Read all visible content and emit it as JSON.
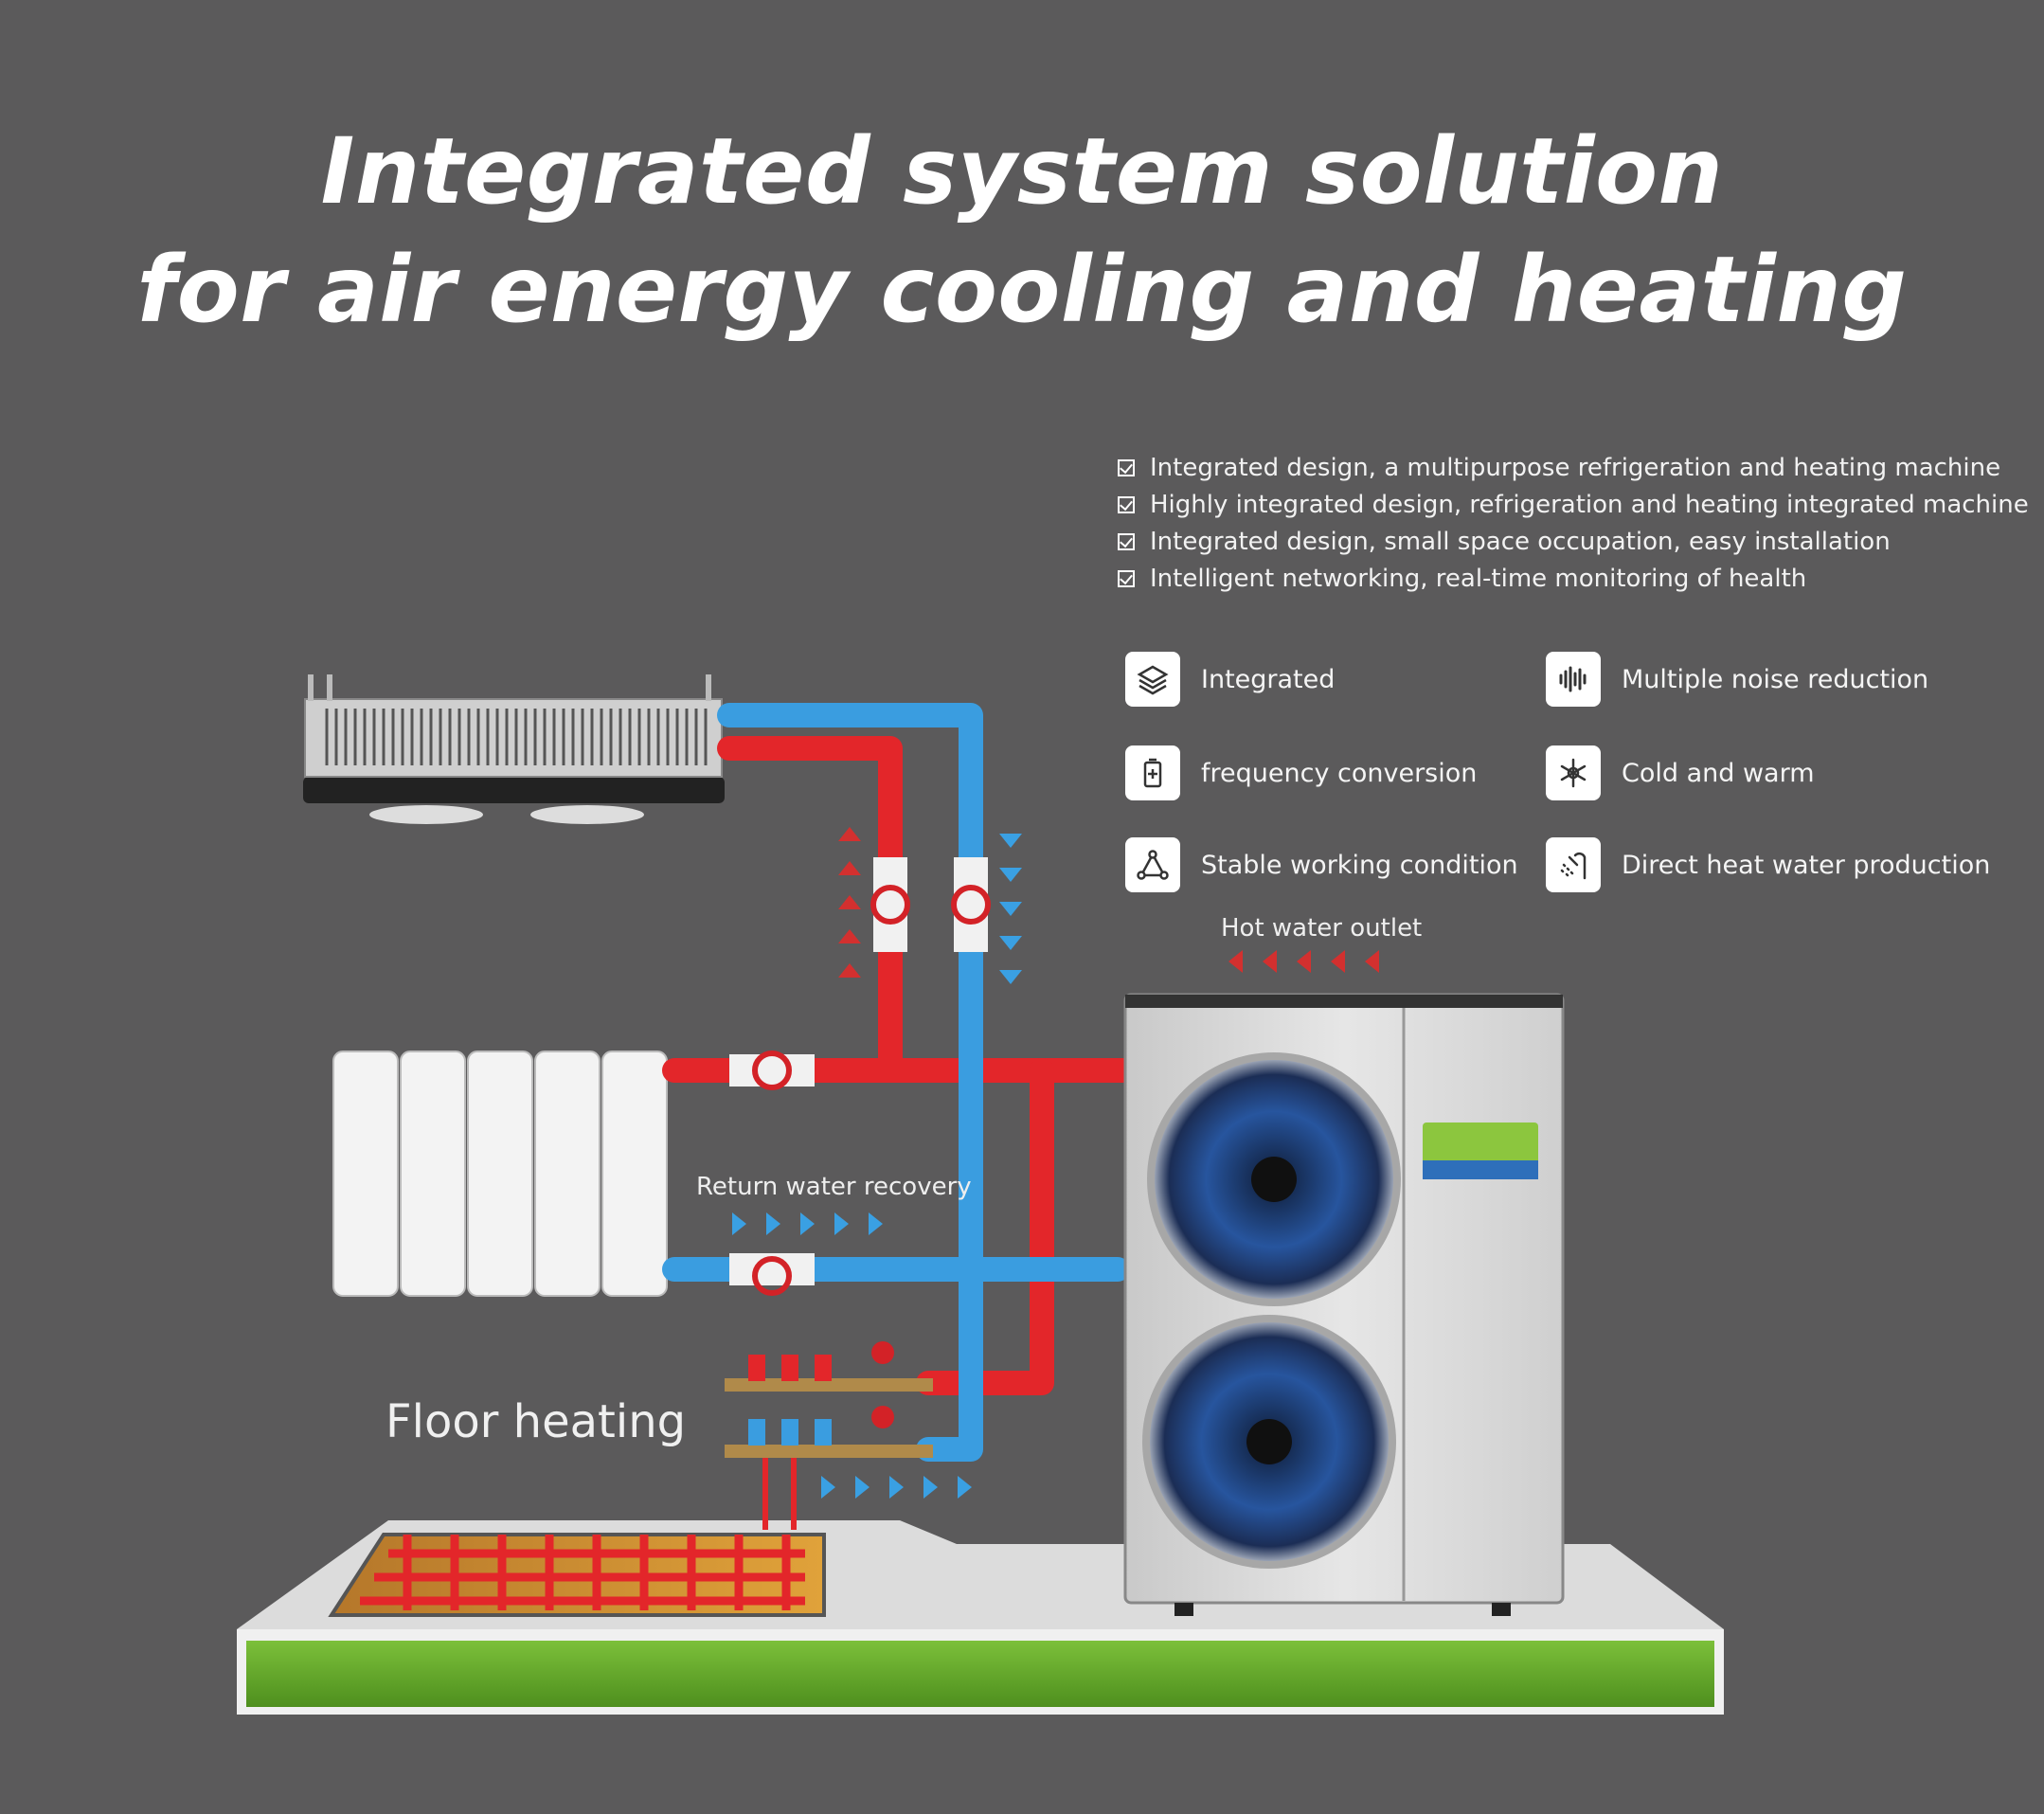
{
  "title": {
    "line1": "Integrated system solution",
    "line2": "for air energy cooling and heating"
  },
  "bullets": [
    "Integrated design, a multipurpose refrigeration and heating machine",
    "Highly integrated design, refrigeration and heating integrated machine",
    "Integrated design, small space occupation, easy installation",
    "Intelligent networking, real-time monitoring of health"
  ],
  "features": [
    {
      "label": "Integrated",
      "icon": "layers-icon"
    },
    {
      "label": "Multiple noise reduction",
      "icon": "sound-wave-icon"
    },
    {
      "label": "frequency conversion",
      "icon": "battery-icon"
    },
    {
      "label": "Cold and warm",
      "icon": "snowflake-sun-icon"
    },
    {
      "label": "Stable working condition",
      "icon": "triangle-nodes-icon"
    },
    {
      "label": "Direct heat water production",
      "icon": "shower-icon"
    }
  ],
  "labels": {
    "hot_water_outlet": "Hot water outlet",
    "return_water_recovery": "Return water recovery",
    "floor_heating": "Floor heating"
  },
  "colors": {
    "background": "#5b5a5b",
    "hot_pipe": "#e3262a",
    "cold_pipe": "#3a9de0",
    "grass": "#6db22b"
  }
}
